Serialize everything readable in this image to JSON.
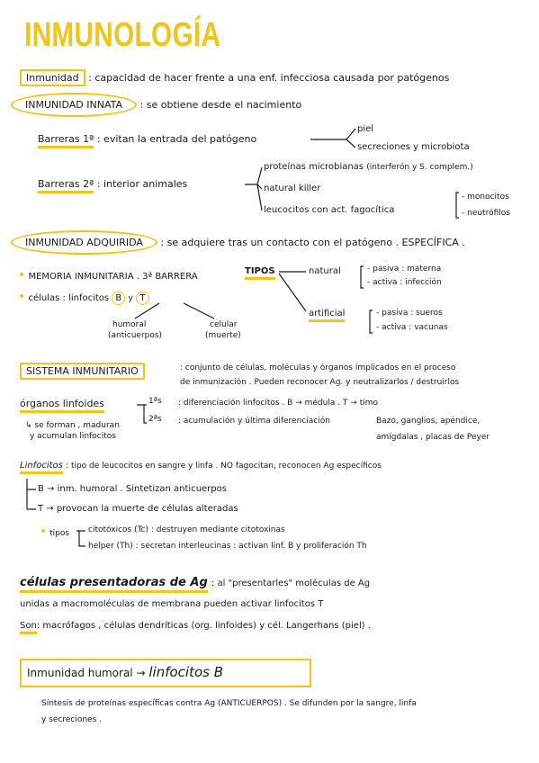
{
  "title": "INMUNOLOGÍA",
  "inmunidad": {
    "term": "Inmunidad",
    "def": ": capacidad de hacer frente a una enf. infecciosa causada por patógenos"
  },
  "innata": {
    "term": "INMUNIDAD INNATA",
    "def": ": se obtiene desde el nacimiento",
    "b1": {
      "term": "Barreras 1ª",
      "def": ": evitan la entrada del patógeno",
      "items": [
        "piel",
        "secreciones y microbiota"
      ]
    },
    "b2": {
      "term": "Barreras 2ª",
      "def": ": interior animales",
      "items": [
        "proteínas microbianas",
        "natural killer",
        "leucocitos con act. fagocítica"
      ],
      "item0_note": "(interferón y S. complem.)",
      "sub": [
        "monocitos",
        "neutrófilos"
      ]
    }
  },
  "adquirida": {
    "term": "INMUNIDAD ADQUIRIDA",
    "def": ": se adquiere tras un contacto con el patógeno . ESPECÍFICA .",
    "memoria": "MEMORIA INMUNITARIA . 3ª BARRERA",
    "celulas": "células : linfocitos",
    "b": "B",
    "y": "y",
    "t": "T",
    "humoral": "humoral",
    "anticuerpos": "(anticuerpos)",
    "celular": "celular",
    "muerte": "(muerte)",
    "tipos": "TIPOS",
    "natural": "natural",
    "natural_items": [
      "- pasiva : materna",
      "- activa : infección"
    ],
    "artificial": "artificial",
    "artificial_items": [
      "- pasiva : sueros",
      "- activa : vacunas"
    ]
  },
  "sistema": {
    "term": "SISTEMA INMUNITARIO",
    "def1": ": conjunto de células, moléculas y órganos implicados en el proceso",
    "def2": "de inmunización . Pueden reconocer Ag. y neutralizarlos / destruirlos"
  },
  "organos": {
    "term": "órganos linfoides",
    "note1": "se forman , maduran",
    "note2": "y acumulan linfocitos",
    "r1": {
      "label": "1ªs",
      "text": ": diferenciación linfocitos . B → médula . T → timo"
    },
    "r2": {
      "label": "2ªs",
      "text": ": acumulación y última diferenciación",
      "extra1": "Bazo, ganglios, apéndice,",
      "extra2": "amígdalas , placas de Peyer"
    }
  },
  "linfocitos": {
    "term": "Linfocitos",
    "def": ": tipo de leucocitos en sangre y linfa . NO fagocitan, reconocen Ag específicos",
    "b": "B → inm. humoral . Sintetizan anticuerpos",
    "t": "T → provocan la muerte de células alteradas",
    "tipos": "tipos",
    "citotoxicos": "citotóxicos (Tc) : destruyen mediante citotoxinas",
    "helper": "helper (Th) : secretan interleucinas : activan linf. B y proliferación Th"
  },
  "apc": {
    "term": "células presentadoras de Ag",
    "def1": ": al \"presentarles\" moléculas de Ag",
    "def2": "unidas a macromoléculas de membrana pueden activar linfocitos T",
    "son": "Son",
    "son_def": ": macrófagos , células dendríticas (org. linfoides) y cél. Langerhans (piel) ."
  },
  "humoral": {
    "term": "Inmunidad humoral",
    "arrow": "→",
    "target": "linfocitos B",
    "desc1": "Síntesis de proteínas específicas contra Ag (ANTICUERPOS) . Se difunden por la sangre, linfa",
    "desc2": "y secreciones ."
  },
  "colors": {
    "highlight": "#f2c418",
    "ink": "#1a1a1a"
  }
}
